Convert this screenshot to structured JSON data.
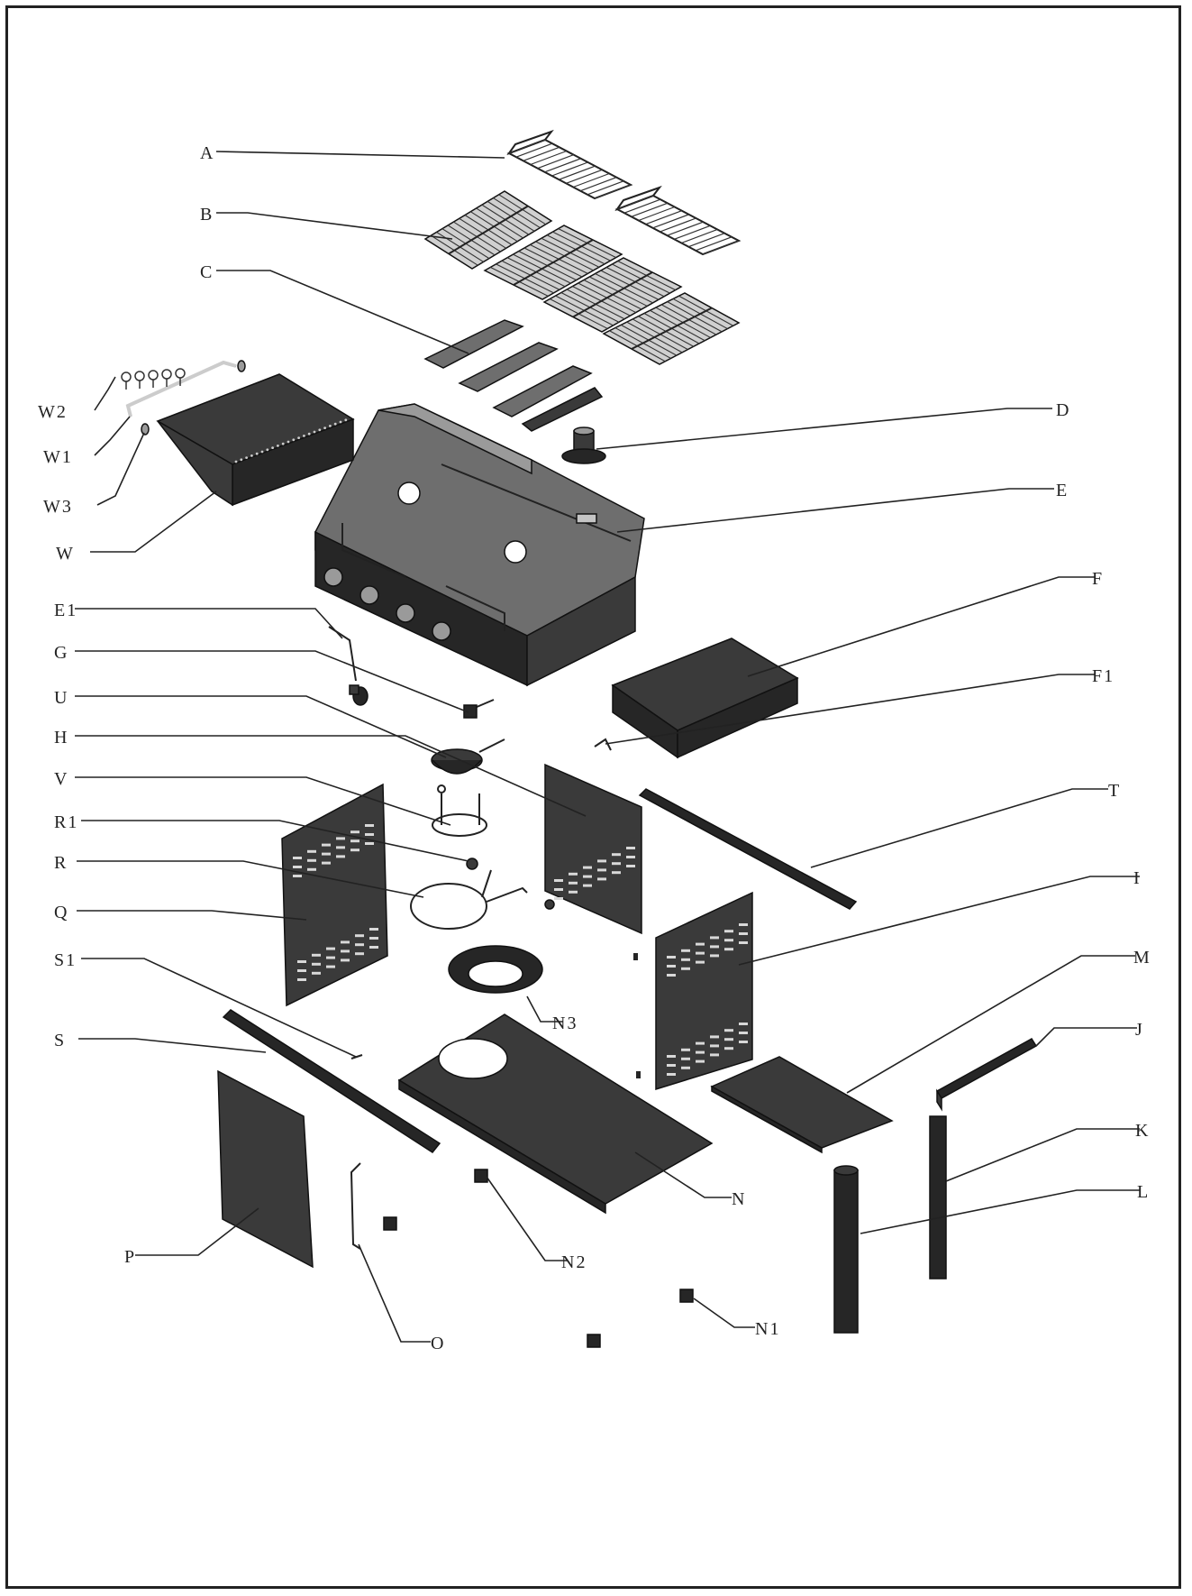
{
  "diagram": {
    "labels": {
      "A": "A",
      "B": "B",
      "C": "C",
      "D": "D",
      "E": "E",
      "W2": "W2",
      "W1": "W1",
      "W3": "W3",
      "W": "W",
      "E1": "E1",
      "G": "G",
      "U": "U",
      "H": "H",
      "V": "V",
      "R1": "R1",
      "R": "R",
      "Q": "Q",
      "S1": "S1",
      "S": "S",
      "P": "P",
      "O": "O",
      "N2": "N2",
      "N3": "N3",
      "N": "N",
      "N1": "N1",
      "F": "F",
      "F1": "F1",
      "T": "T",
      "I": "I",
      "M": "M",
      "J": "J",
      "K": "K",
      "L": "L"
    }
  }
}
